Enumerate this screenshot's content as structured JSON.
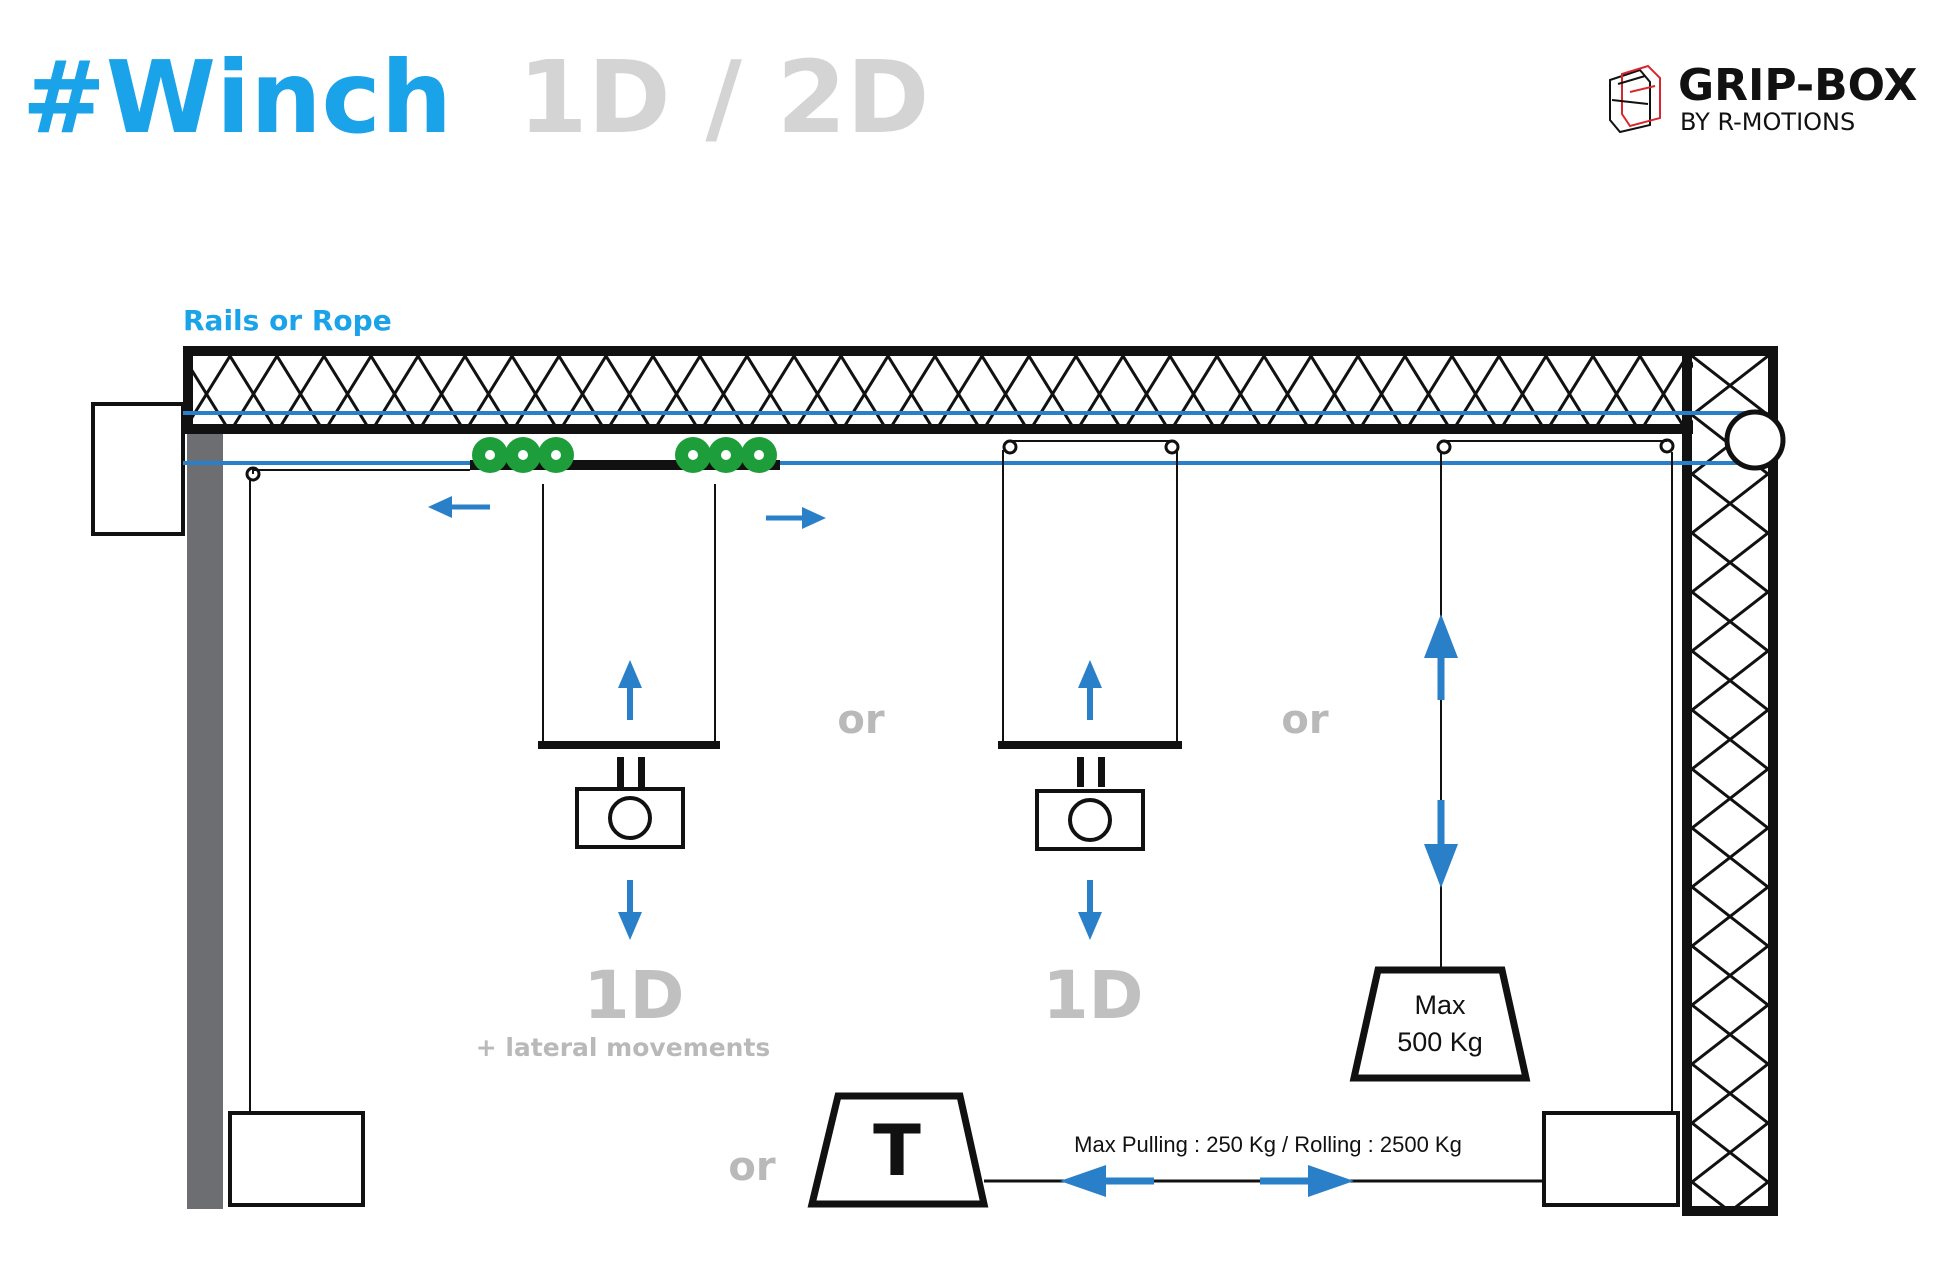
{
  "header": {
    "title": "#Winch",
    "subtitle": "1D / 2D",
    "logo_main": "GRIP-BOX",
    "logo_sub": "BY R-MOTIONS"
  },
  "labels": {
    "rails_or_rope": "Rails or Rope",
    "or_1": "or",
    "or_2": "or",
    "or_3": "or",
    "oneD_left": "1D",
    "lateral": "+ lateral movements",
    "oneD_mid": "1D",
    "max_weight_line1": "Max",
    "max_weight_line2": "500 Kg",
    "tractor_letter": "T",
    "pulling_note": "Max Pulling : 250 Kg / Rolling : 2500 Kg"
  },
  "colors": {
    "title_blue": "#1aa3e8",
    "subtitle_grey": "#d4d4d4",
    "rope_blue": "#2a7fc9",
    "arrow_blue": "#2a7fc9",
    "wheel_green": "#1e9e3a",
    "label_grey": "#b9b9b9",
    "post_grey": "#6d6e71",
    "logo_red": "#d9262c"
  },
  "icons": {
    "camera": "camera-icon",
    "pulley": "pulley-icon",
    "winch": "winch-box-icon"
  }
}
